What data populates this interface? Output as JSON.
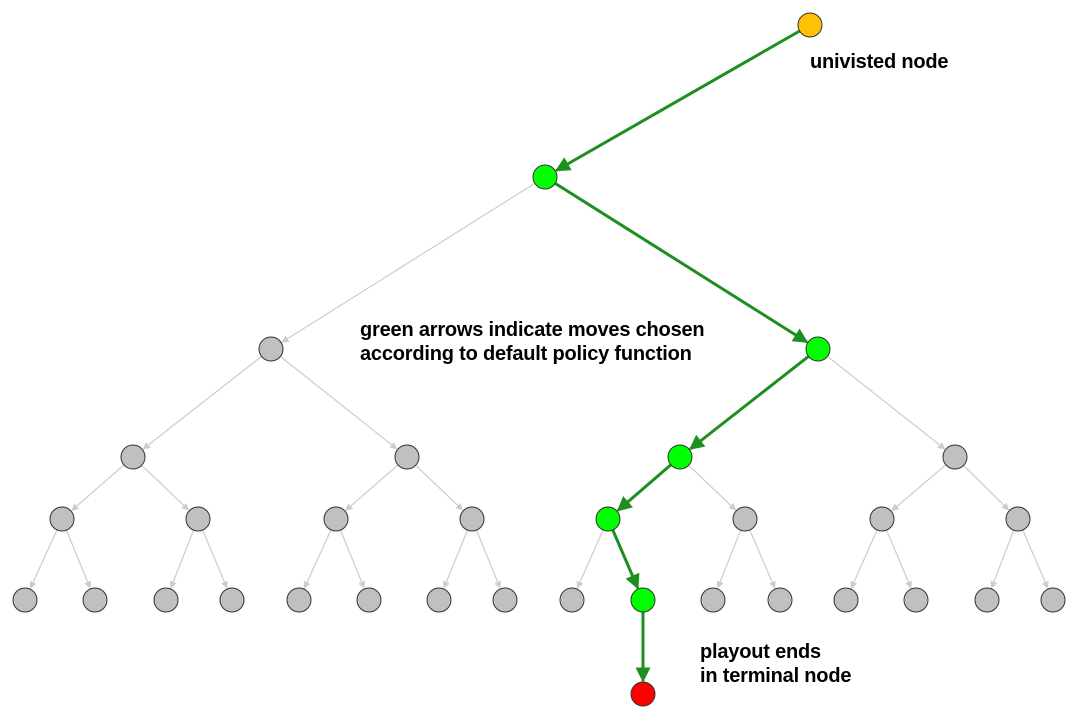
{
  "annotations": {
    "unvisited": "univisted node",
    "green_line1": "green arrows indicate moves chosen",
    "green_line2": "according to default policy function",
    "playout_line1": "playout ends",
    "playout_line2": "in terminal node"
  },
  "colors": {
    "unvisited_node": "#FFC107",
    "policy_node": "#00FF00",
    "terminal_node": "#FF0000",
    "unexplored_node": "#C0C0C0",
    "policy_arrow": "#1E8E1E",
    "unexplored_arrow": "#CCCCCC",
    "node_stroke": "#333333"
  }
}
